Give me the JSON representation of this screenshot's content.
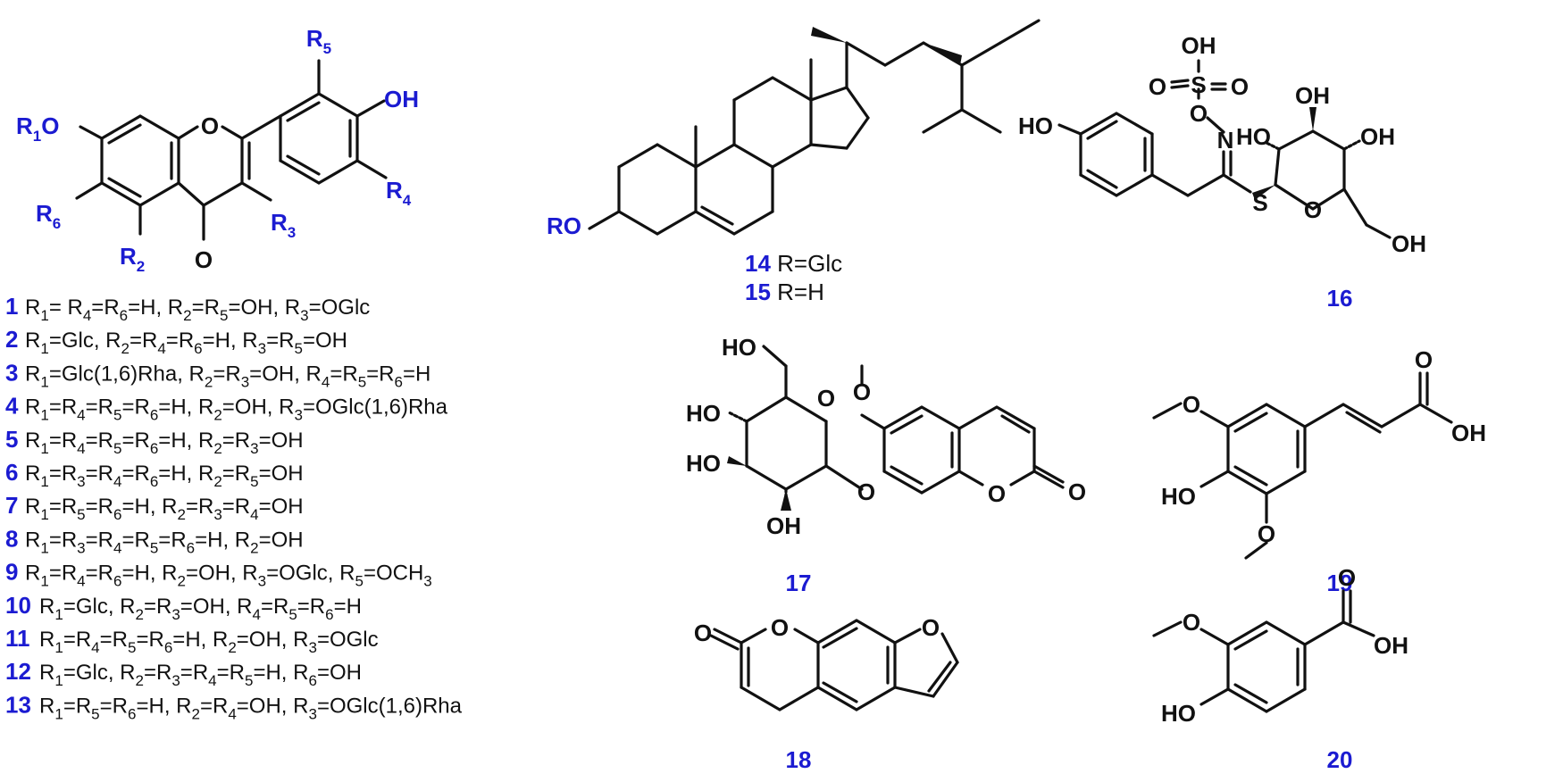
{
  "flavone": {
    "atom_r1o": "R",
    "atom_r1o_sub": "1",
    "atom_r1o_tail": "O",
    "atom_r2": "R",
    "atom_r2_sub": "2",
    "atom_r3": "R",
    "atom_r3_sub": "3",
    "atom_r4": "R",
    "atom_r4_sub": "4",
    "atom_r5": "R",
    "atom_r5_sub": "5",
    "atom_r6": "R",
    "atom_r6_sub": "6",
    "atom_oh": "OH",
    "atom_ring_o": "O",
    "atom_carbonyl_o": "O"
  },
  "compounds": [
    {
      "num": "1",
      "parts": [
        [
          "R",
          "1",
          "= R"
        ],
        [
          "",
          "4",
          "=R"
        ],
        [
          "",
          "6",
          "=H, R"
        ],
        [
          "",
          "2",
          "=R"
        ],
        [
          "",
          "5",
          "=OH, R"
        ],
        [
          "",
          "3",
          "=OGlc"
        ]
      ]
    },
    {
      "num": "2",
      "parts": [
        [
          "R",
          "1",
          "=Glc, R"
        ],
        [
          "",
          "2",
          "=R"
        ],
        [
          "",
          "4",
          "=R"
        ],
        [
          "",
          "6",
          "=H, R"
        ],
        [
          "",
          "3",
          "=R"
        ],
        [
          "",
          "5",
          "=OH"
        ]
      ]
    },
    {
      "num": "3",
      "parts": [
        [
          "R",
          "1",
          "=Glc(1,6)Rha, R"
        ],
        [
          "",
          "2",
          "=R"
        ],
        [
          "",
          "3",
          "=OH, R"
        ],
        [
          "",
          "4",
          "=R"
        ],
        [
          "",
          "5",
          "=R"
        ],
        [
          "",
          "6",
          "=H"
        ]
      ]
    },
    {
      "num": "4",
      "parts": [
        [
          "R",
          "1",
          "=R"
        ],
        [
          "",
          "4",
          "=R"
        ],
        [
          "",
          "5",
          "=R"
        ],
        [
          "",
          "6",
          "=H, R"
        ],
        [
          "",
          "2",
          "=OH, R"
        ],
        [
          "",
          "3",
          "=OGlc(1,6)Rha"
        ]
      ]
    },
    {
      "num": "5",
      "parts": [
        [
          "R",
          "1",
          "=R"
        ],
        [
          "",
          "4",
          "=R"
        ],
        [
          "",
          "5",
          "=R"
        ],
        [
          "",
          "6",
          "=H, R"
        ],
        [
          "",
          "2",
          "=R"
        ],
        [
          "",
          "3",
          "=OH"
        ]
      ]
    },
    {
      "num": "6",
      "parts": [
        [
          "R",
          "1",
          "=R"
        ],
        [
          "",
          "3",
          "=R"
        ],
        [
          "",
          "4",
          "=R"
        ],
        [
          "",
          "6",
          "=H, R"
        ],
        [
          "",
          "2",
          "=R"
        ],
        [
          "",
          "5",
          "=OH"
        ]
      ]
    },
    {
      "num": "7",
      "parts": [
        [
          "R",
          "1",
          "=R"
        ],
        [
          "",
          "5",
          "=R"
        ],
        [
          "",
          "6",
          "=H, R"
        ],
        [
          "",
          "2",
          "=R"
        ],
        [
          "",
          "3",
          "=R"
        ],
        [
          "",
          "4",
          "=OH"
        ]
      ]
    },
    {
      "num": "8",
      "parts": [
        [
          "R",
          "1",
          "=R"
        ],
        [
          "",
          "3",
          "=R"
        ],
        [
          "",
          "4",
          "=R"
        ],
        [
          "",
          "5",
          "=R"
        ],
        [
          "",
          "6",
          "=H, R"
        ],
        [
          "",
          "2",
          "=OH"
        ]
      ]
    },
    {
      "num": "9",
      "parts": [
        [
          "R",
          "1",
          "=R"
        ],
        [
          "",
          "4",
          "=R"
        ],
        [
          "",
          "6",
          "=H, R"
        ],
        [
          "",
          "2",
          "=OH, R"
        ],
        [
          "",
          "3",
          "=OGlc, R"
        ],
        [
          "",
          "5",
          "=OCH"
        ],
        [
          "",
          "3",
          ""
        ]
      ]
    },
    {
      "num": "10",
      "parts": [
        [
          "R",
          "1",
          "=Glc, R"
        ],
        [
          "",
          "2",
          "=R"
        ],
        [
          "",
          "3",
          "=OH, R"
        ],
        [
          "",
          "4",
          "=R"
        ],
        [
          "",
          "5",
          "=R"
        ],
        [
          "",
          "6",
          "=H"
        ]
      ]
    },
    {
      "num": "11",
      "parts": [
        [
          "R",
          "1",
          "=R"
        ],
        [
          "",
          "4",
          "=R"
        ],
        [
          "",
          "5",
          "=R"
        ],
        [
          "",
          "6",
          "=H, R"
        ],
        [
          "",
          "2",
          "=OH, R"
        ],
        [
          "",
          "3",
          "=OGlc"
        ]
      ]
    },
    {
      "num": "12",
      "parts": [
        [
          "R",
          "1",
          "=Glc, R"
        ],
        [
          "",
          "2",
          "=R"
        ],
        [
          "",
          "3",
          "=R"
        ],
        [
          "",
          "4",
          "=R"
        ],
        [
          "",
          "5",
          "=H, R"
        ],
        [
          "",
          "6",
          "=OH"
        ]
      ]
    },
    {
      "num": "13",
      "parts": [
        [
          "R",
          "1",
          "=R"
        ],
        [
          "",
          "5",
          "=R"
        ],
        [
          "",
          "6",
          "=H, R"
        ],
        [
          "",
          "2",
          "=R"
        ],
        [
          "",
          "4",
          "=OH, R"
        ],
        [
          "",
          "3",
          "=OGlc(1,6)Rha"
        ]
      ]
    }
  ],
  "sterol": {
    "atom_ro": "RO",
    "label_14_num": "14",
    "label_14_text": " R=Glc",
    "label_15_num": "15",
    "label_15_text": " R=H"
  },
  "glucosinolate": {
    "label": "16",
    "atom_oh_sulfate": "OH",
    "atom_o1": "O",
    "atom_s": "S",
    "atom_o2": "O",
    "atom_o3": "O",
    "atom_n": "N",
    "atom_ho_phenol": "HO",
    "atom_s_thio": "S",
    "atom_o_ring": "O",
    "atom_ho_2": "HO",
    "atom_oh_3": "OH",
    "atom_oh_4": "OH",
    "atom_oh_6": "OH"
  },
  "coumarin_glucoside": {
    "label": "17",
    "atom_ho_ch2": "HO",
    "atom_ho_4": "HO",
    "atom_ho_3": "HO",
    "atom_oh_2": "OH",
    "atom_o_ring": "O",
    "atom_o_link": "O",
    "atom_o_methoxy": "O",
    "atom_o_lactone": "O",
    "atom_o_carbonyl": "O"
  },
  "psoralen": {
    "label": "18",
    "atom_o_carbonyl": "O",
    "atom_o_lactone": "O",
    "atom_o_furan": "O"
  },
  "sinapic_acid": {
    "label": "19",
    "atom_o_carbonyl": "O",
    "atom_oh_acid": "OH",
    "atom_o_methoxy_top": "O",
    "atom_ho": "HO",
    "atom_o_methoxy_bottom": "O"
  },
  "vanillic_acid": {
    "label": "20",
    "atom_o_carbonyl": "O",
    "atom_oh_acid": "OH",
    "atom_o_methoxy": "O",
    "atom_ho": "HO"
  }
}
